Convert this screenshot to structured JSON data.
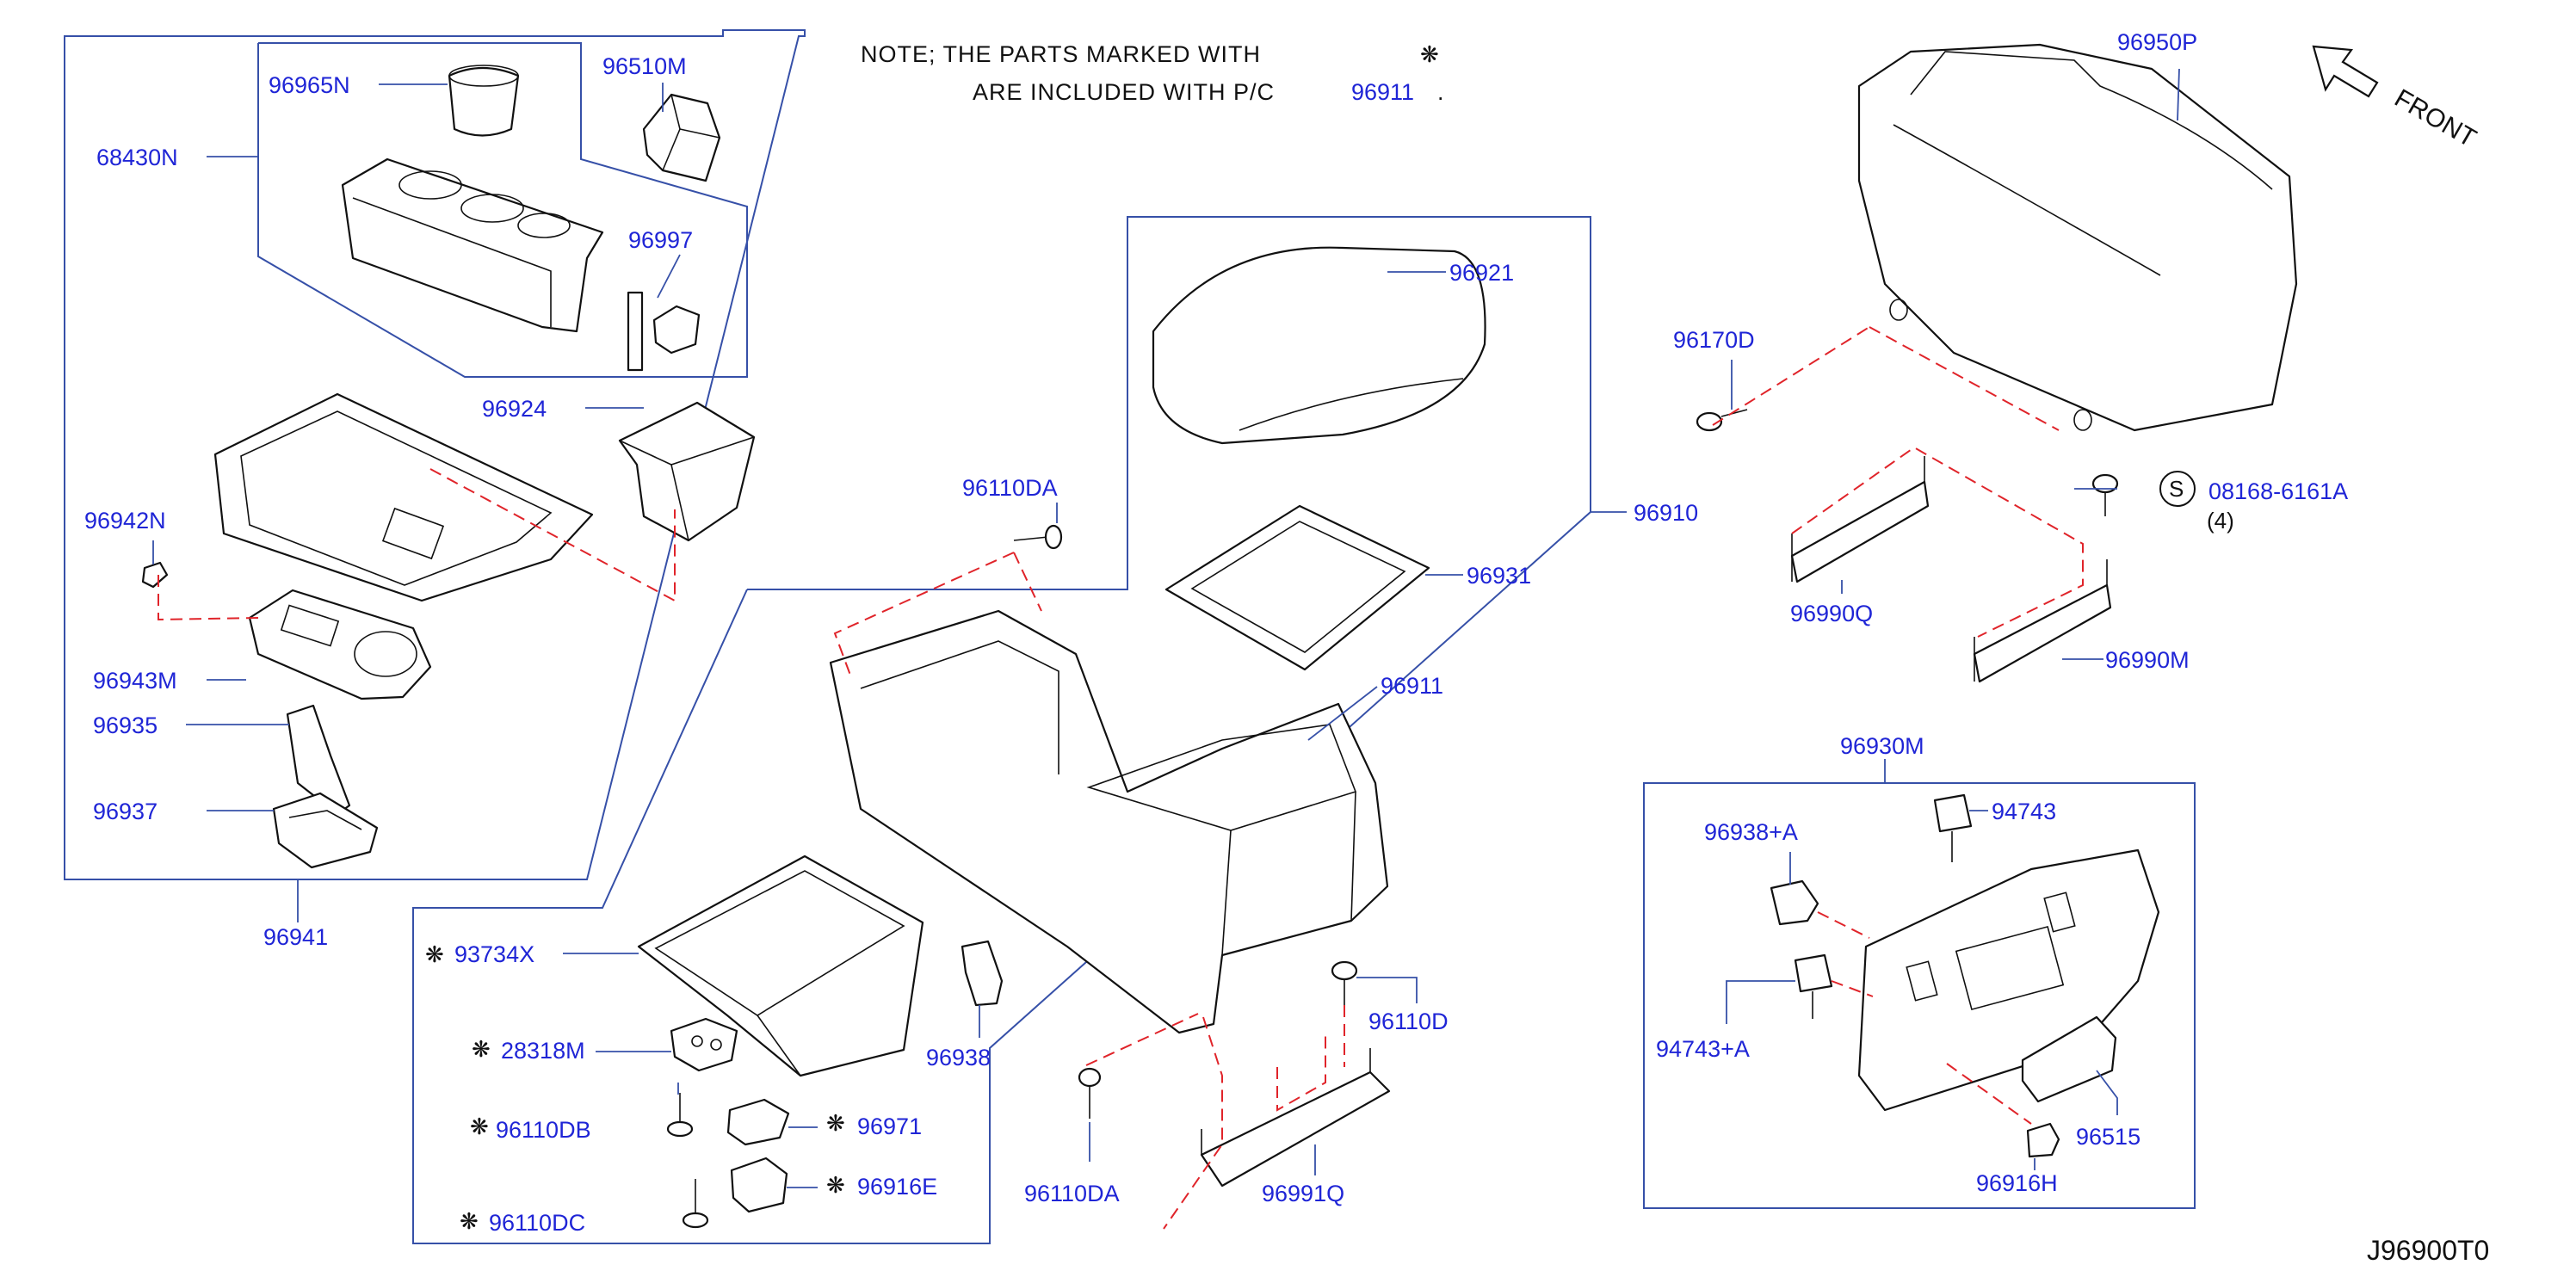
{
  "note": {
    "line1": "NOTE;  THE  PARTS  MARKED  WITH",
    "line2": "ARE  INCLUDED  WITH  P/C",
    "ref": "96911",
    "end": ".",
    "symbol": "❋"
  },
  "front_label": "FRONT",
  "diagram_code": "J96900T0",
  "bolt_qty": "(4)",
  "circle_symbol": "S",
  "colors": {
    "label": "#1f25d6",
    "leader": "#3650a8",
    "dash": "#e0242a",
    "line": "#111111"
  },
  "labels": {
    "p96965N": "96965N",
    "p96510M": "96510M",
    "p68430N": "68430N",
    "p96997": "96997",
    "p96924": "96924",
    "p96942N": "96942N",
    "p96943M": "96943M",
    "p96935": "96935",
    "p96937": "96937",
    "p96941": "96941",
    "p96921": "96921",
    "p96110DA_top": "96110DA",
    "p96910": "96910",
    "p96931": "96931",
    "p96911": "96911",
    "p93734X": "93734X",
    "p28318M": "28318M",
    "p96110DB": "96110DB",
    "p96971": "96971",
    "p96916E": "96916E",
    "p96110DC": "96110DC",
    "p96938": "96938",
    "p96110D": "96110D",
    "p96110DA_bottom": "96110DA",
    "p96991Q": "96991Q",
    "p96950P": "96950P",
    "p96170D": "96170D",
    "p08168": "08168-6161A",
    "p96990Q": "96990Q",
    "p96990M": "96990M",
    "p96930M": "96930M",
    "p96938A": "96938+A",
    "p94743": "94743",
    "p94743A": "94743+A",
    "p96515": "96515",
    "p96916H": "96916H"
  }
}
